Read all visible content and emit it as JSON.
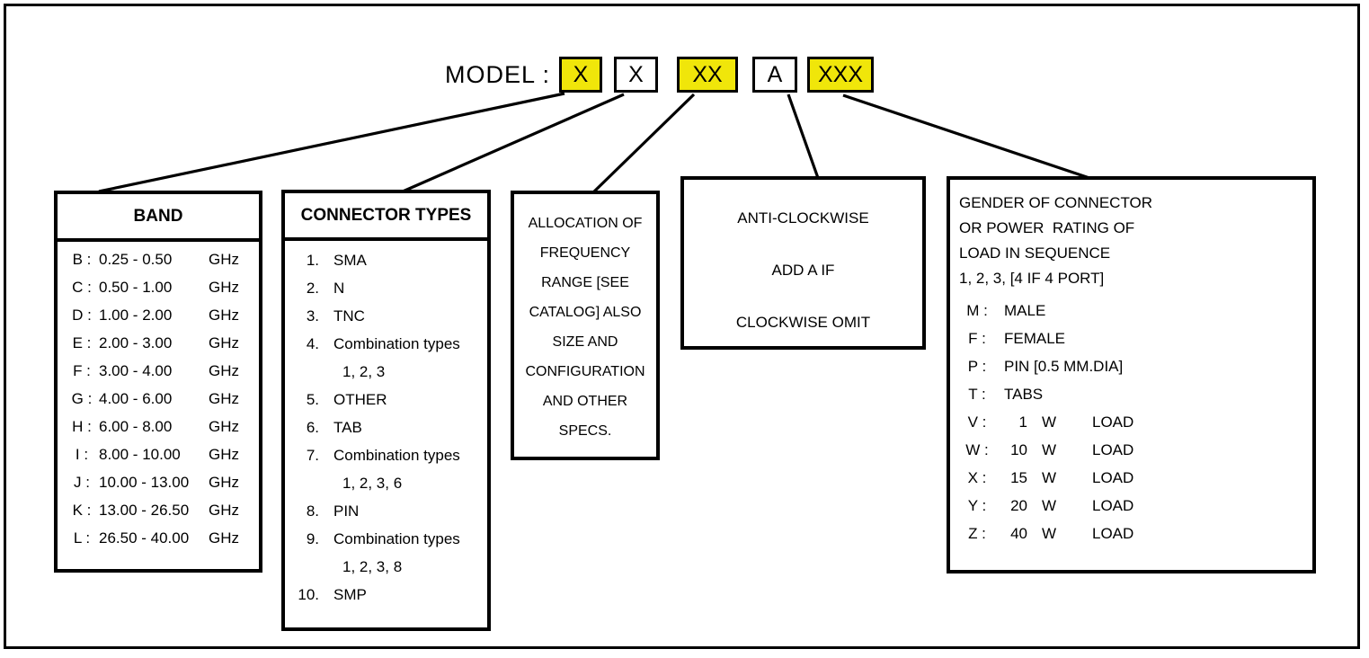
{
  "colors": {
    "highlight": "#F0E60A",
    "line": "#000000",
    "background": "#FFFFFF"
  },
  "model": {
    "label": "MODEL :",
    "segments": [
      {
        "text": "X",
        "highlighted": true
      },
      {
        "text": "X",
        "highlighted": false
      },
      {
        "text": "XX",
        "highlighted": true
      },
      {
        "text": "A",
        "highlighted": false
      },
      {
        "text": "XXX",
        "highlighted": true
      }
    ]
  },
  "band": {
    "title": "BAND",
    "rows": [
      {
        "code": "B :",
        "range": "0.25 - 0.50",
        "unit": "GHz"
      },
      {
        "code": "C :",
        "range": "0.50 - 1.00",
        "unit": "GHz"
      },
      {
        "code": "D :",
        "range": "1.00 - 2.00",
        "unit": "GHz"
      },
      {
        "code": "E :",
        "range": "2.00 - 3.00",
        "unit": "GHz"
      },
      {
        "code": "F :",
        "range": "3.00 - 4.00",
        "unit": "GHz"
      },
      {
        "code": "G :",
        "range": "4.00 - 6.00",
        "unit": "GHz"
      },
      {
        "code": "H :",
        "range": "6.00 - 8.00",
        "unit": "GHz"
      },
      {
        "code": "I :",
        "range": "8.00 - 10.00",
        "unit": "GHz"
      },
      {
        "code": "J :",
        "range": "10.00 - 13.00",
        "unit": "GHz"
      },
      {
        "code": "K :",
        "range": "13.00 - 26.50",
        "unit": "GHz"
      },
      {
        "code": "L :",
        "range": "26.50 - 40.00",
        "unit": "GHz"
      }
    ]
  },
  "connector_types": {
    "title": "CONNECTOR TYPES",
    "items": [
      {
        "num": "1.",
        "name": "SMA"
      },
      {
        "num": "2.",
        "name": "N"
      },
      {
        "num": "3.",
        "name": "TNC"
      },
      {
        "num": "4.",
        "name": "Combination types",
        "cont": "1, 2, 3"
      },
      {
        "num": "5.",
        "name": "OTHER"
      },
      {
        "num": "6.",
        "name": "TAB"
      },
      {
        "num": "7.",
        "name": "Combination types",
        "cont": "1, 2, 3, 6"
      },
      {
        "num": "8.",
        "name": "PIN"
      },
      {
        "num": "9.",
        "name": "Combination types",
        "cont": "1, 2, 3, 8"
      },
      {
        "num": "10.",
        "name": "SMP"
      }
    ]
  },
  "allocation": {
    "lines": [
      "ALLOCATION OF",
      "FREQUENCY",
      "RANGE [SEE",
      "CATALOG] ALSO",
      "SIZE AND",
      "CONFIGURATION",
      "AND OTHER",
      "SPECS."
    ]
  },
  "rotation": {
    "lines": [
      "ANTI-CLOCKWISE",
      "ADD A IF",
      "CLOCKWISE OMIT"
    ]
  },
  "gender": {
    "header_lines": [
      "GENDER OF CONNECTOR",
      "OR POWER  RATING OF",
      "LOAD IN SEQUENCE",
      "1, 2, 3, [4 IF 4 PORT]"
    ],
    "connector_rows": [
      {
        "code": "M :",
        "value": "MALE"
      },
      {
        "code": "F :",
        "value": "FEMALE"
      },
      {
        "code": "P :",
        "value": "PIN [0.5 MM.DIA]"
      },
      {
        "code": "T :",
        "value": "TABS"
      }
    ],
    "power_rows": [
      {
        "code": "V :",
        "watts": "1",
        "unit": "W",
        "label": "LOAD"
      },
      {
        "code": "W :",
        "watts": "10",
        "unit": "W",
        "label": "LOAD"
      },
      {
        "code": "X :",
        "watts": "15",
        "unit": "W",
        "label": "LOAD"
      },
      {
        "code": "Y :",
        "watts": "20",
        "unit": "W",
        "label": "LOAD"
      },
      {
        "code": "Z :",
        "watts": "40",
        "unit": "W",
        "label": "LOAD"
      }
    ]
  }
}
